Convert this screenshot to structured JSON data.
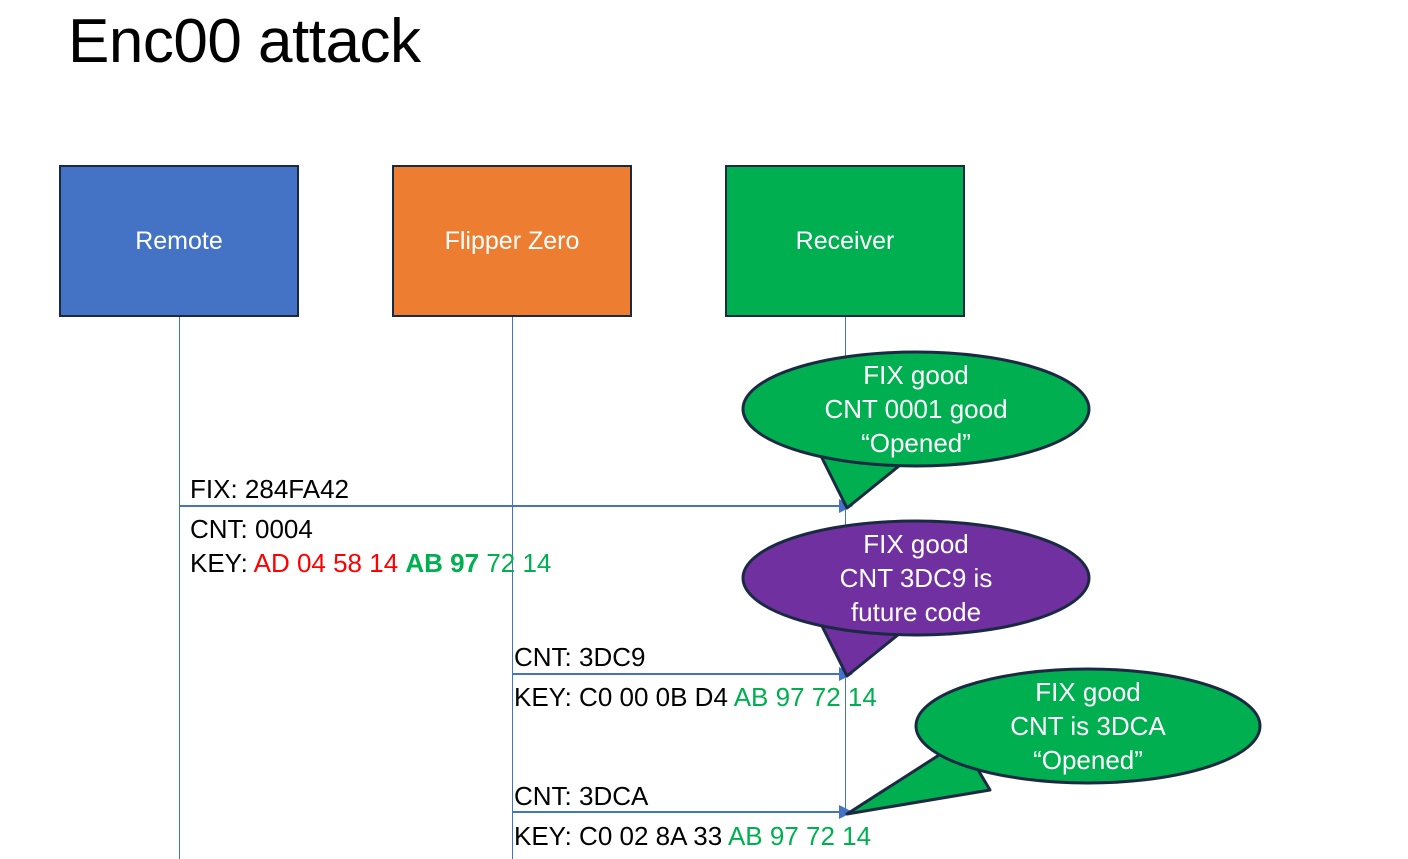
{
  "slide": {
    "title": "Enc00 attack",
    "background": "#ffffff"
  },
  "colors": {
    "remote_blue": "#4472C4",
    "flipper_orange": "#ED7D31",
    "receiver_green": "#00B050",
    "bubble_purple": "#7030A0",
    "lifeline_blue": "#4472C4",
    "hex_red": "#FF0000",
    "hex_green": "#00B050",
    "outline_dark": "#1B2A43",
    "text_black": "#000000",
    "text_white": "#FFFFFF"
  },
  "actors": [
    {
      "id": "remote",
      "label": "Remote",
      "fill": "#4472C4"
    },
    {
      "id": "flipper",
      "label": "Flipper Zero",
      "fill": "#ED7D31"
    },
    {
      "id": "receiver",
      "label": "Receiver",
      "fill": "#00B050"
    }
  ],
  "messages": [
    {
      "id": "msg-1",
      "from": "remote",
      "to": "receiver",
      "lines": [
        {
          "text": "FIX: 284FA42",
          "position": "above"
        }
      ]
    },
    {
      "id": "msg-1-below",
      "lines": [
        {
          "text": "CNT: 0004"
        },
        {
          "label": "KEY: ",
          "segments": [
            {
              "text": "AD 04 58 14 ",
              "color": "#FF0000",
              "bold": false
            },
            {
              "text": "AB 97 ",
              "color": "#00B050",
              "bold": true
            },
            {
              "text": "72 14",
              "color": "#00B050",
              "bold": false
            }
          ]
        }
      ]
    },
    {
      "id": "msg-2",
      "from": "flipper",
      "to": "receiver",
      "lines": [
        {
          "text": "CNT: 3DC9",
          "position": "above"
        }
      ]
    },
    {
      "id": "msg-2-below",
      "lines": [
        {
          "label": "KEY: C0 00 0B D4 ",
          "segments": [
            {
              "text": "AB 97 72 14",
              "color": "#00B050",
              "bold": false
            }
          ]
        }
      ]
    },
    {
      "id": "msg-3",
      "from": "flipper",
      "to": "receiver",
      "lines": [
        {
          "text": "CNT: 3DCA",
          "position": "above"
        }
      ]
    },
    {
      "id": "msg-3-below",
      "lines": [
        {
          "label": "KEY: C0 02 8A 33 ",
          "segments": [
            {
              "text": "AB 97 72 14",
              "color": "#00B050",
              "bold": false
            }
          ]
        }
      ]
    }
  ],
  "bubbles": [
    {
      "id": "bubble-1",
      "fill": "#00B050",
      "lines": [
        "FIX good",
        "CNT 0001 good",
        "“Opened”"
      ]
    },
    {
      "id": "bubble-2",
      "fill": "#7030A0",
      "lines": [
        "FIX good",
        "CNT 3DC9 is",
        "future code"
      ]
    },
    {
      "id": "bubble-3",
      "fill": "#00B050",
      "lines": [
        "FIX good",
        "CNT is 3DCA",
        "“Opened”"
      ]
    }
  ],
  "text_fragments": {
    "fix_284fa42": "FIX: 284FA42",
    "cnt_0004": "CNT: 0004",
    "key_prefix": "KEY: ",
    "key1_red": "AD 04 58 14 ",
    "key1_green_bold": "AB 97 ",
    "key1_green": "72 14",
    "cnt_3dc9": "CNT: 3DC9",
    "key2_black": "KEY: C0 00 0B D4 ",
    "key2_green": "AB 97 72 14",
    "cnt_3dca": "CNT: 3DCA",
    "key3_black": "KEY: C0 02 8A 33 ",
    "key3_green": "AB 97 72 14"
  }
}
